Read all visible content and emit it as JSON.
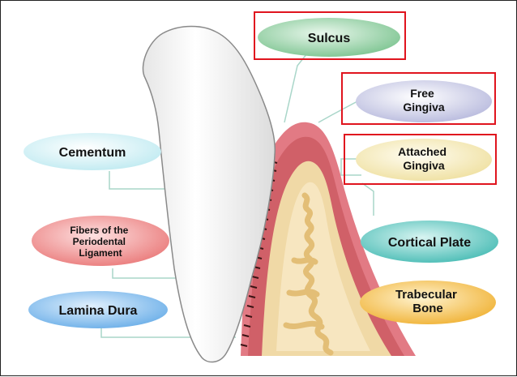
{
  "labels": {
    "sulcus": "Sulcus",
    "free_gingiva": [
      "Free",
      "Gingiva"
    ],
    "attached_gingiva": [
      "Attached",
      "Gingiva"
    ],
    "cementum": "Cementum",
    "pdl": [
      "Fibers of the",
      "Periodental",
      "Ligament"
    ],
    "lamina_dura": "Lamina Dura",
    "cortical_plate": "Cortical Plate",
    "trabecular_bone": [
      "Trabecular",
      "Bone"
    ]
  },
  "highlighted": [
    "sulcus",
    "free_gingiva",
    "attached_gingiva"
  ],
  "colors": {
    "highlight_box": "#e0141e",
    "sulcus_oval": "#7cc490",
    "free_gingiva_oval": "#c9cbe6",
    "attached_gingiva_oval": "#f5eab8",
    "cementum_oval": "#d2f2f6",
    "pdl_oval": "#ef8e8e",
    "lamina_dura_oval": "#7ab8ec",
    "cortical_plate_oval": "#5cc7c0",
    "trabecular_bone_oval": "#f4c04a",
    "gingiva": "#e07c85",
    "bone": "#f2dcae",
    "tooth": "#fafafa"
  }
}
